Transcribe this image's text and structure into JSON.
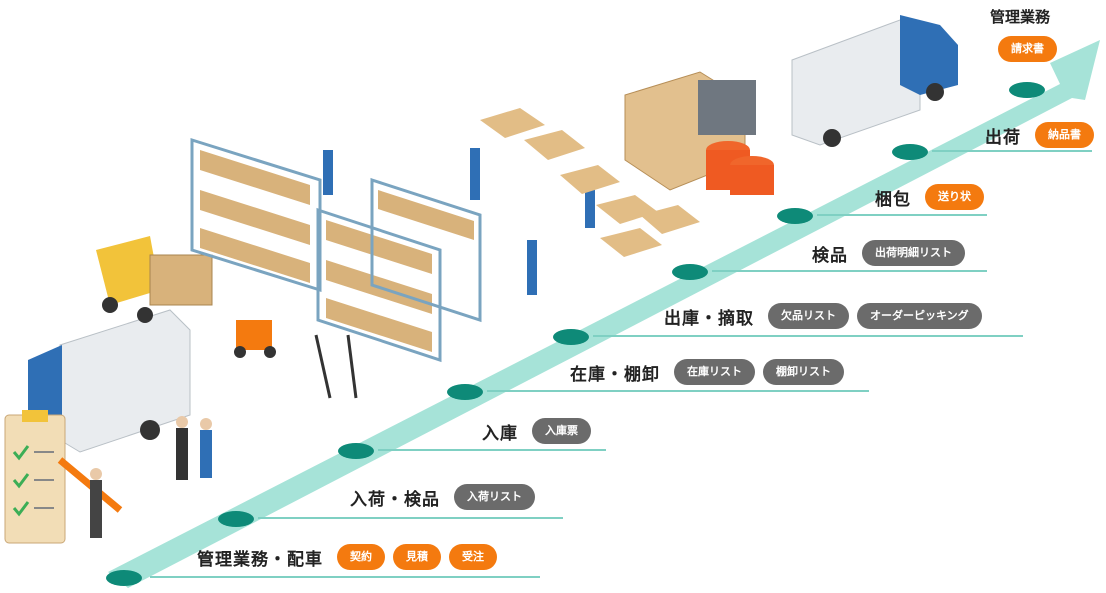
{
  "stages": [
    {
      "label": "管理業務・配車",
      "tags": [
        {
          "text": "契約",
          "kind": "orange"
        },
        {
          "text": "見積",
          "kind": "orange"
        },
        {
          "text": "受注",
          "kind": "orange"
        }
      ]
    },
    {
      "label": "入荷・検品",
      "tags": [
        {
          "text": "入荷リスト",
          "kind": "gray"
        }
      ]
    },
    {
      "label": "入庫",
      "tags": [
        {
          "text": "入庫票",
          "kind": "gray"
        }
      ]
    },
    {
      "label": "在庫・棚卸",
      "tags": [
        {
          "text": "在庫リスト",
          "kind": "gray"
        },
        {
          "text": "棚卸リスト",
          "kind": "gray"
        }
      ]
    },
    {
      "label": "出庫・摘取",
      "tags": [
        {
          "text": "欠品リスト",
          "kind": "gray"
        },
        {
          "text": "オーダーピッキング",
          "kind": "gray"
        }
      ]
    },
    {
      "label": "検品",
      "tags": [
        {
          "text": "出荷明細リスト",
          "kind": "gray"
        }
      ]
    },
    {
      "label": "梱包",
      "tags": [
        {
          "text": "送り状",
          "kind": "orange"
        }
      ]
    },
    {
      "label": "出荷",
      "tags": [
        {
          "text": "納品書",
          "kind": "orange"
        }
      ]
    }
  ],
  "top": {
    "label": "管理業務",
    "tag": "請求書"
  },
  "colors": {
    "orange": "#f47a0f",
    "gray": "#6b6b6b",
    "path": "#a6e3d8",
    "node": "#0e8a78",
    "line": "#7fd0c3"
  }
}
